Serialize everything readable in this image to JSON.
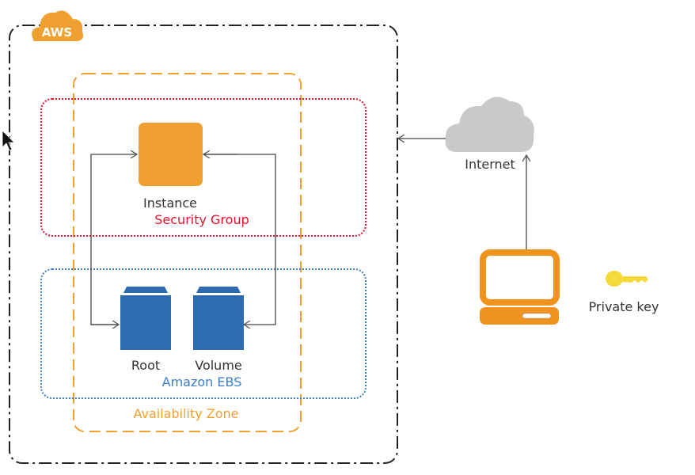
{
  "badge": {
    "label": "AWS"
  },
  "labels": {
    "instance": "Instance",
    "security_group": "Security Group",
    "root": "Root",
    "volume": "Volume",
    "amazon_ebs": "Amazon EBS",
    "availability_zone": "Availability Zone",
    "internet": "Internet",
    "private_key": "Private key"
  },
  "colors": {
    "aws_orange": "#F0A030",
    "security_group_red": "#E8102A",
    "ebs_blue": "#3D7EC8",
    "volume_blue": "#2F6BB0",
    "cloud_gray": "#C8C9CB",
    "key_yellow": "#F5D83A",
    "text": "#333333"
  },
  "icons": [
    "aws-cloud-icon",
    "instance-icon",
    "ebs-volume-icon",
    "internet-cloud-icon",
    "computer-icon",
    "key-icon",
    "mouse-cursor-icon"
  ]
}
